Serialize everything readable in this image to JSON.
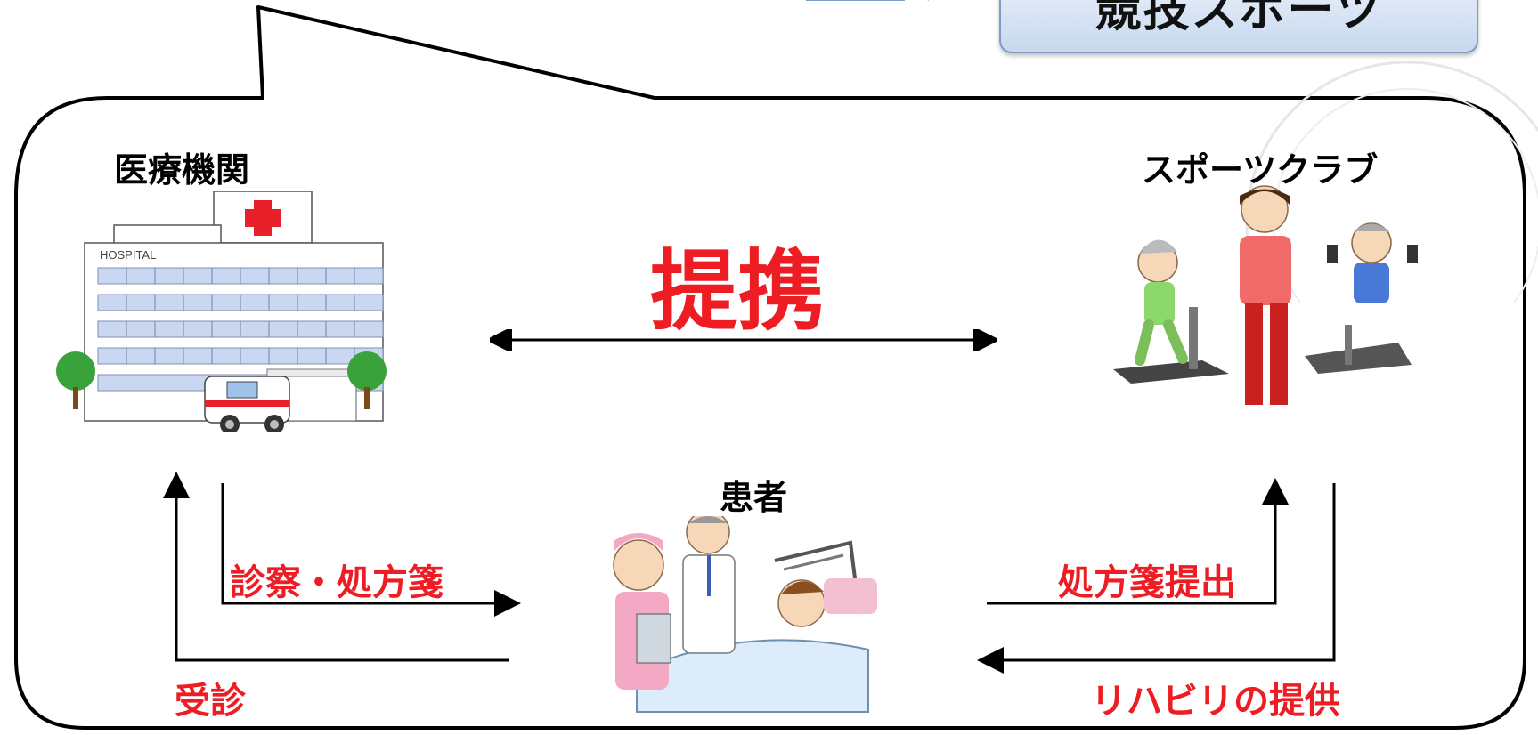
{
  "colors": {
    "red": "#ee1c23",
    "outline": "#000000",
    "badge_border": "#7c9cc4",
    "badge_fill_top": "#eef4fc",
    "badge_fill_bottom": "#c7d8ee"
  },
  "badge": {
    "label": "競技スポーツ"
  },
  "nodes": {
    "hospital": {
      "title": "医療機関",
      "sign": "HOSPITAL",
      "icon": "hospital-building-icon"
    },
    "sports_club": {
      "title": "スポーツクラブ",
      "icon": "sports-club-exercise-icon"
    },
    "patient": {
      "title": "患者",
      "icon": "patient-with-doctor-nurse-icon"
    }
  },
  "center_label": "提携",
  "flows": {
    "consultation": "受診",
    "diagnosis_prescription": "診察・処方箋",
    "submit_prescription": "処方箋提出",
    "rehab_provision": "リハビリの提供"
  }
}
